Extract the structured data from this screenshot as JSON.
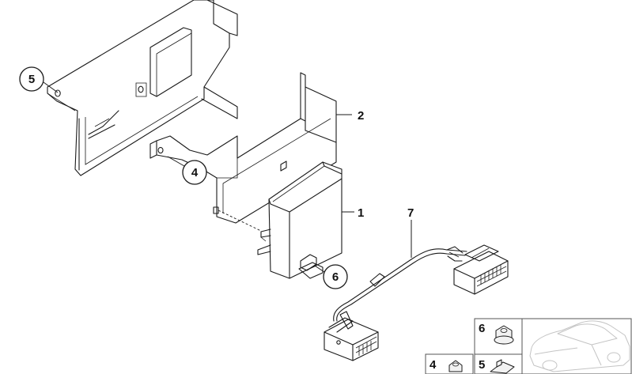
{
  "callouts": {
    "c1": "1",
    "c2": "2",
    "c4": "4",
    "c5": "5",
    "c6": "6",
    "c7": "7"
  },
  "legend": {
    "box6": "6",
    "box4": "4",
    "box5": "5"
  }
}
